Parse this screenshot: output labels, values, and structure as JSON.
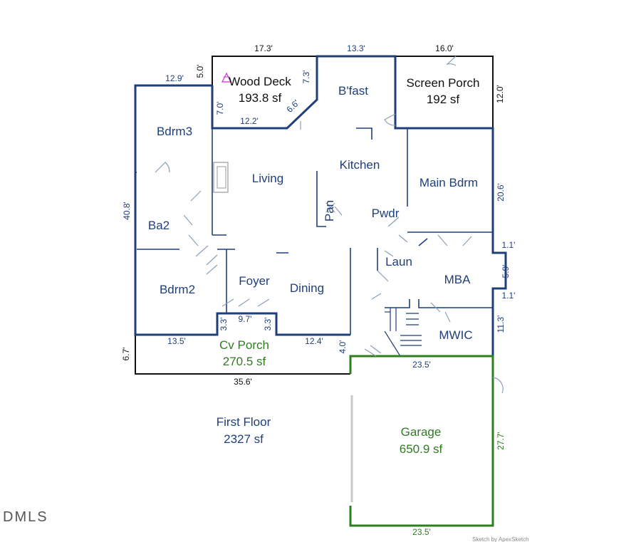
{
  "colors": {
    "wall": "#1f3f7a",
    "exterior": "#111111",
    "garage": "#2e7d1f",
    "door": "#8aa0b8"
  },
  "rooms": {
    "wood_deck": "Wood Deck",
    "wood_deck_area": "193.8 sf",
    "bfast": "B'fast",
    "screen_porch": "Screen Porch",
    "screen_porch_area": "192 sf",
    "bdrm3": "Bdrm3",
    "living": "Living",
    "kitchen": "Kitchen",
    "main_bdrm": "Main Bdrm",
    "pan": "Pan",
    "pwdr": "Pwdr",
    "ba2": "Ba2",
    "laun": "Laun",
    "mba": "MBA",
    "foyer": "Foyer",
    "dining": "Dining",
    "bdrm2": "Bdrm2",
    "mwic": "MWIC",
    "cv_porch": "Cv Porch",
    "cv_porch_area": "270.5 sf",
    "garage": "Garage",
    "garage_area": "650.9 sf"
  },
  "dims": {
    "deck_top": "17.3'",
    "bfast_top": "13.3'",
    "porch_top": "16.0'",
    "left_top": "12.9'",
    "deck_left": "5.0'",
    "bfast_side": "7.3'",
    "deck_inner": "7.0'",
    "deck_bottom": "12.2'",
    "deck_diag": "6.6'",
    "porch_right": "12.0'",
    "left_side": "40.8'",
    "right_upper": "20.6'",
    "right_jog1": "1.1'",
    "right_jog_mid": "5.9'",
    "right_jog2": "1.1'",
    "right_lower": "11.3'",
    "foyer_entry": "9.7'",
    "foyer_left": "3.3'",
    "foyer_right": "3.3'",
    "bdrm2_bottom": "13.5'",
    "porch_right_bottom": "12.4'",
    "porch_side": "4.0'",
    "porch_depth": "6.7'",
    "overall_bottom": "35.6'",
    "garage_top": "23.5'",
    "garage_right": "27.7'",
    "garage_bottom": "23.5'"
  },
  "floor": {
    "name": "First Floor",
    "area": "2327 sf"
  },
  "watermark": "DMLS",
  "credit": "Sketch by ApexSketch"
}
